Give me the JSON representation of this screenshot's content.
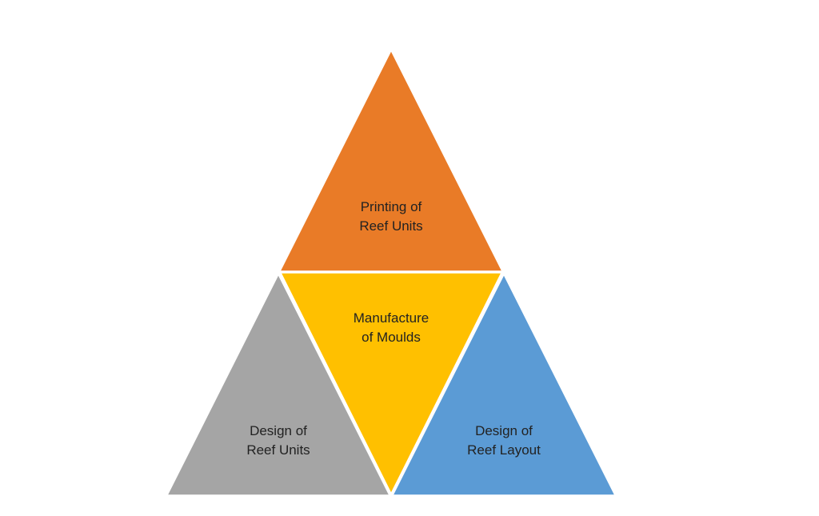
{
  "segments": {
    "top": {
      "line1": "Printing of",
      "line2": "Reef Units",
      "color": "#E97B27"
    },
    "middle": {
      "line1": "Manufacture",
      "line2": "of Moulds",
      "color": "#FFC000"
    },
    "left": {
      "line1": "Design of",
      "line2": "Reef Units",
      "color": "#A5A5A5"
    },
    "right": {
      "line1": "Design of",
      "line2": "Reef Layout",
      "color": "#5B9BD5"
    }
  }
}
